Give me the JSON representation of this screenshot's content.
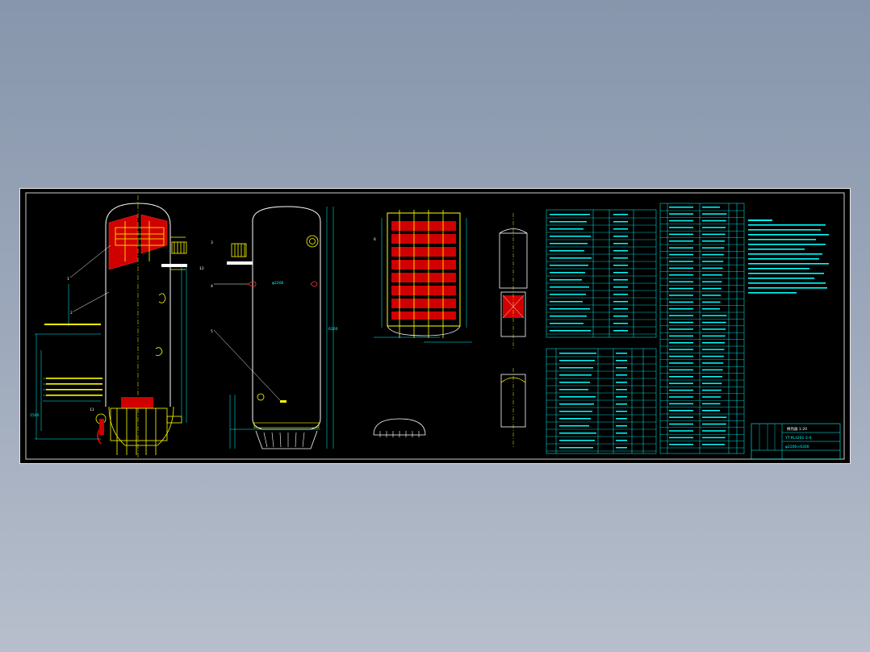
{
  "colors": {
    "paper": "#000000",
    "outline": "#ffffff",
    "shell": "#ffffff",
    "nozzles": "#ffff00",
    "annotation": "#00ffff",
    "hatch": "#ff0000",
    "frame": "#e8e8e8"
  },
  "item_markers": [
    "1",
    "2",
    "3",
    "4",
    "5",
    "6",
    "11",
    "12"
  ],
  "dimension_labels": [
    "φ2200",
    "6300",
    "1500"
  ],
  "title_block": {
    "line1": "换热器  1:20",
    "line2": "YT-PL3201-2-0",
    "line3": "φ2200×6300"
  },
  "icons": [
    "pressure-vessel-elevation-drawing",
    "heat-exchanger-section-drawing"
  ]
}
